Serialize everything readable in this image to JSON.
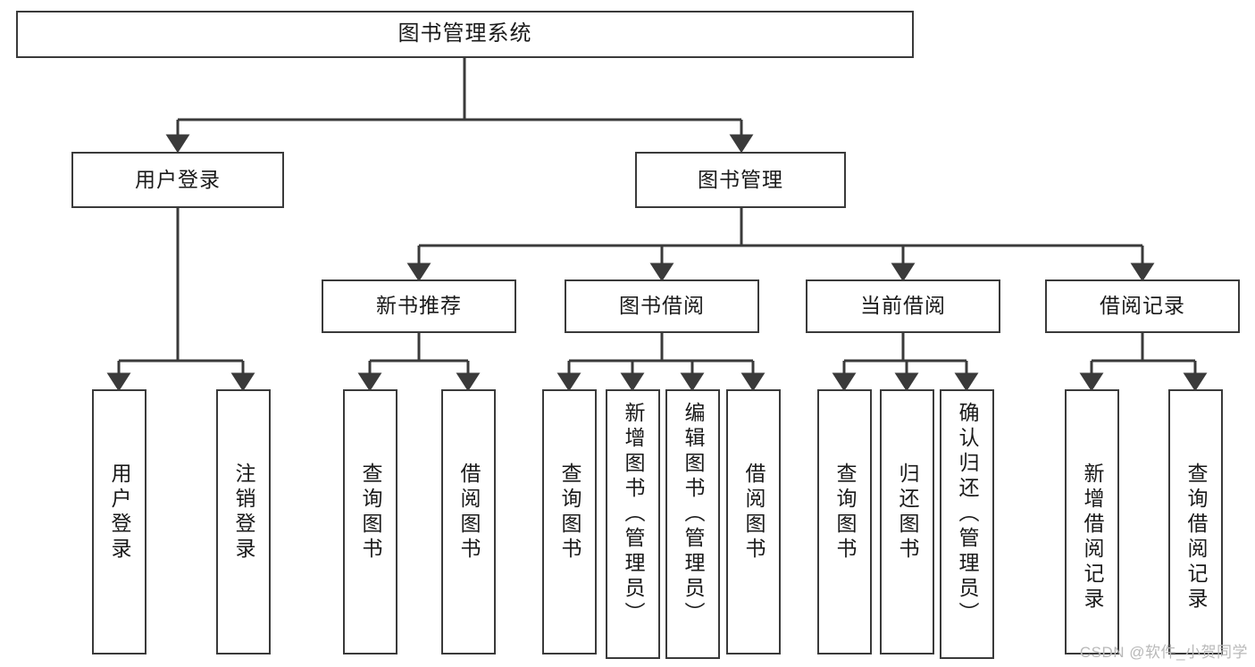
{
  "diagram": {
    "title": "图书管理系统",
    "root": {
      "label": "图书管理系统"
    },
    "level2": [
      {
        "label": "用户登录"
      },
      {
        "label": "图书管理"
      }
    ],
    "level3": [
      {
        "label": "新书推荐"
      },
      {
        "label": "图书借阅"
      },
      {
        "label": "当前借阅"
      },
      {
        "label": "借阅记录"
      }
    ],
    "leaves": {
      "user_login": [
        {
          "label": "用户登录"
        },
        {
          "label": "注销登录"
        }
      ],
      "new_book_recommend": [
        {
          "label": "查询图书"
        },
        {
          "label": "借阅图书"
        }
      ],
      "book_borrow": [
        {
          "label": "查询图书"
        },
        {
          "label": "新增图书（管理员）"
        },
        {
          "label": "编辑图书（管理员）"
        },
        {
          "label": "借阅图书"
        }
      ],
      "current_borrow": [
        {
          "label": "查询图书"
        },
        {
          "label": "归还图书"
        },
        {
          "label": "确认归还（管理员）"
        }
      ],
      "borrow_record": [
        {
          "label": "新增借阅记录"
        },
        {
          "label": "查询借阅记录"
        }
      ]
    }
  },
  "watermark": {
    "text": "CSDN @软件_小贺同学"
  },
  "colors": {
    "stroke": "#3a3a3a",
    "box_fill": "#ffffff",
    "text": "#1a1a1a",
    "watermark": "#b9b9b9"
  }
}
